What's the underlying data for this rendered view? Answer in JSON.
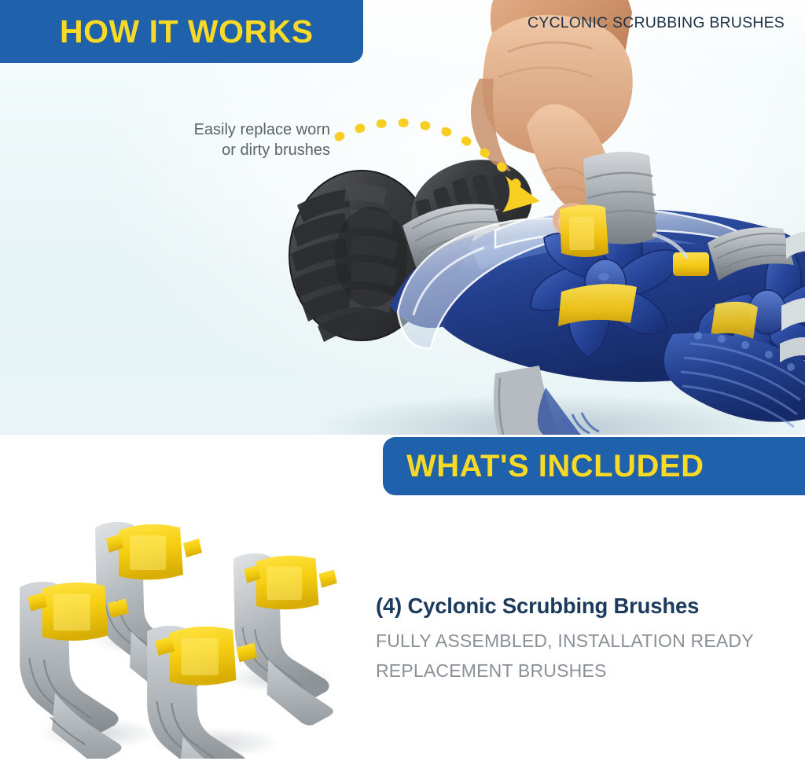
{
  "header": {
    "banner_how_it_works": "HOW IT WORKS",
    "eyebrow": "CYCLONIC SCRUBBING BRUSHES"
  },
  "callout": {
    "line1": "Easily replace worn",
    "line2": "or dirty brushes"
  },
  "included": {
    "banner": "WHAT'S INCLUDED",
    "title": "(4) Cyclonic Scrubbing Brushes",
    "sub_line1": "FULLY ASSEMBLED, INSTALLATION READY",
    "sub_line2": "REPLACEMENT BRUSHES"
  },
  "icons": {
    "arrow": "curved-dashed-arrow-icon",
    "robot": "pool-cleaner-robot-image",
    "hand": "hand-holding-brush-image",
    "brushes": "four-replacement-brushes-image"
  },
  "colors": {
    "banner_blue": "#1f62ab",
    "accent_yellow": "#f7d928",
    "title_navy": "#1b3a5c",
    "subtext_gray": "#8a9096",
    "callout_gray": "#5d6467",
    "top_bg": "#e8f4f5"
  }
}
